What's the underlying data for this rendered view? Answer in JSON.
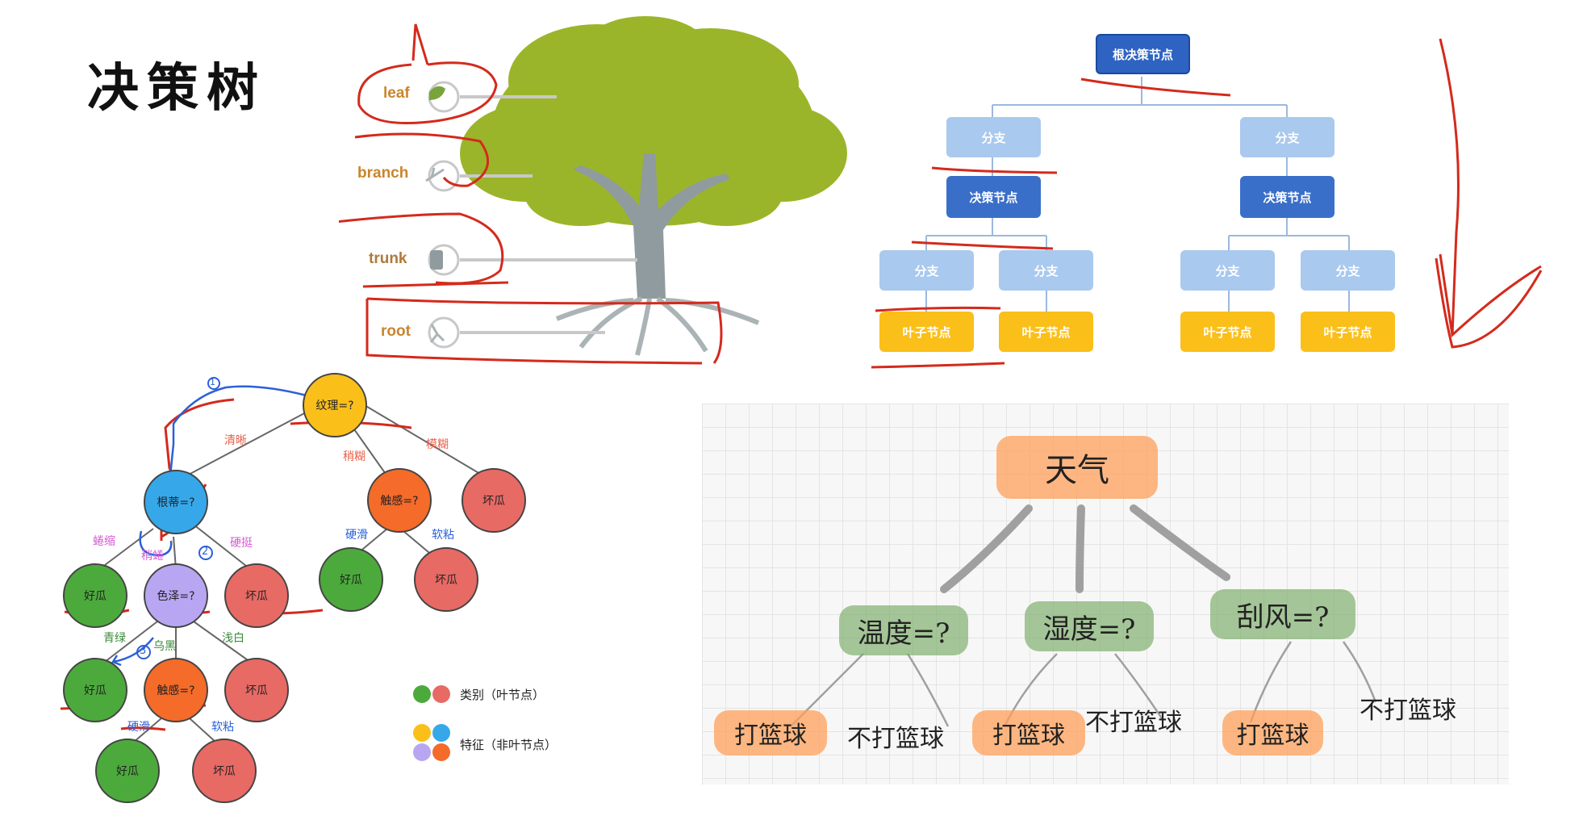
{
  "title": "决策树",
  "tree_parts": {
    "leaf": "leaf",
    "branch": "branch",
    "trunk": "trunk",
    "root": "root"
  },
  "flowchart": {
    "root": "根决策节点",
    "branch": "分支",
    "decision": "决策节点",
    "leaf": "叶子节点"
  },
  "hand_tree": {
    "n_texture": "纹理=?",
    "n_root": "根蒂=?",
    "n_touch1": "触感=?",
    "n_bad1": "坏瓜",
    "n_good1": "好瓜",
    "n_color": "色泽=?",
    "n_bad2": "坏瓜",
    "n_good2": "好瓜",
    "n_bad3": "坏瓜",
    "n_good3": "好瓜",
    "n_touch2": "触感=?",
    "n_bad4": "坏瓜",
    "n_good4": "好瓜",
    "n_bad5": "坏瓜",
    "e_clear": "清晰",
    "e_blur": "模糊",
    "e_fuzzy": "稍糊",
    "e_curl": "蜷缩",
    "e_slight": "稍蜷",
    "e_stiff": "硬挺",
    "e_hard1": "硬滑",
    "e_soft1": "软粘",
    "e_green": "青绿",
    "e_black": "乌黑",
    "e_pale": "浅白",
    "e_hard2": "硬滑",
    "e_soft2": "软粘",
    "ann1": "1",
    "ann2": "2",
    "ann3": "3",
    "legend_leaf": "类别（叶节点）",
    "legend_feature": "特征（非叶节点）"
  },
  "weather_tree": {
    "root": "天气",
    "temp": "温度=?",
    "humid": "湿度=?",
    "wind": "刮风=?",
    "play": "打篮球",
    "noplay": "不打篮球"
  },
  "colors": {
    "root_blue": "#2f63c2",
    "branch_blue": "#a9c9ee",
    "leaf_yellow": "#fbbf1a",
    "tree_green": "#9bb52a",
    "trunk_gray": "#8f9b9f",
    "good_green": "#4caa3c",
    "bad_red": "#e86a64",
    "feature_orange": "#f46b2a",
    "feature_yellow": "#fbbf1a",
    "feature_purple": "#b9a6f2",
    "feature_blue": "#36a8ea",
    "ink_red": "#d42a1c"
  }
}
